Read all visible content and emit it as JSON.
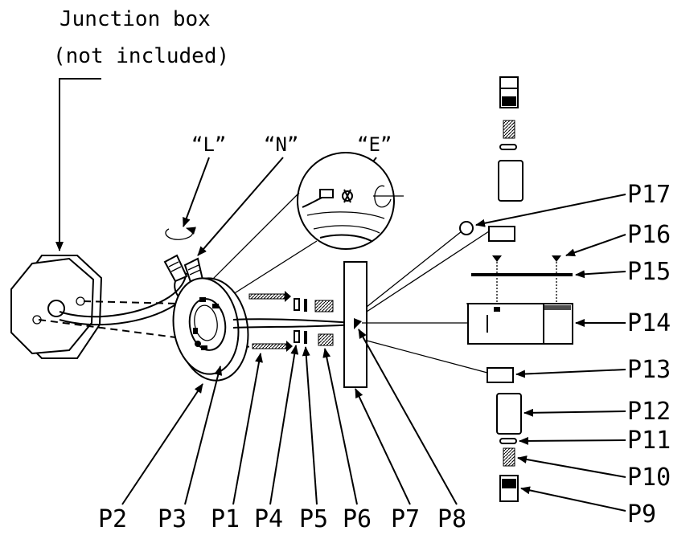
{
  "title": {
    "line1": "Junction box",
    "line2": "(not included)"
  },
  "wire_labels": {
    "live": "“L”",
    "neutral": "“N”",
    "earth": "“E”"
  },
  "parts_right": [
    "P17",
    "P16",
    "P15",
    "P14",
    "P13",
    "P12",
    "P11",
    "P10",
    "P9"
  ],
  "parts_bottom": [
    "P2",
    "P3",
    "P1",
    "P4",
    "P5",
    "P6",
    "P7",
    "P8"
  ],
  "colors": {
    "line": "#000000",
    "background": "#ffffff"
  }
}
